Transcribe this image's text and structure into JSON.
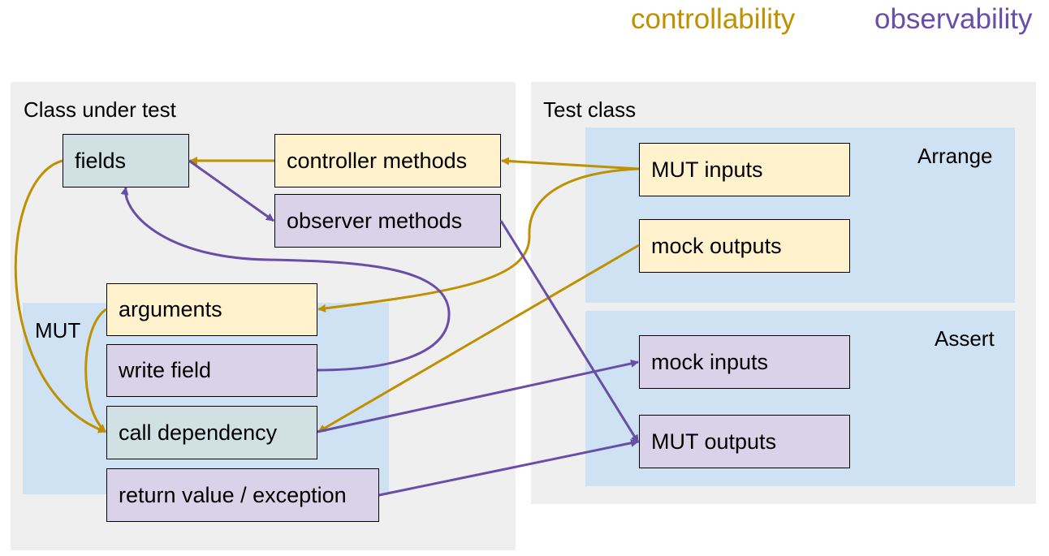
{
  "legend": {
    "controllability": "controllability",
    "observability": "observability"
  },
  "colors": {
    "controllability": "#bf9000",
    "observability": "#674ea7"
  },
  "panels": {
    "class_under_test": "Class under test",
    "test_class": "Test class",
    "mut": "MUT",
    "arrange": "Arrange",
    "assert": "Assert"
  },
  "boxes": {
    "fields": "fields",
    "controller_methods": "controller methods",
    "observer_methods": "observer methods",
    "arguments": "arguments",
    "write_field": "write field",
    "call_dependency": "call dependency",
    "return_value": "return value / exception",
    "mut_inputs": "MUT inputs",
    "mock_outputs": "mock outputs",
    "mock_inputs": "mock inputs",
    "mut_outputs": "MUT outputs"
  }
}
